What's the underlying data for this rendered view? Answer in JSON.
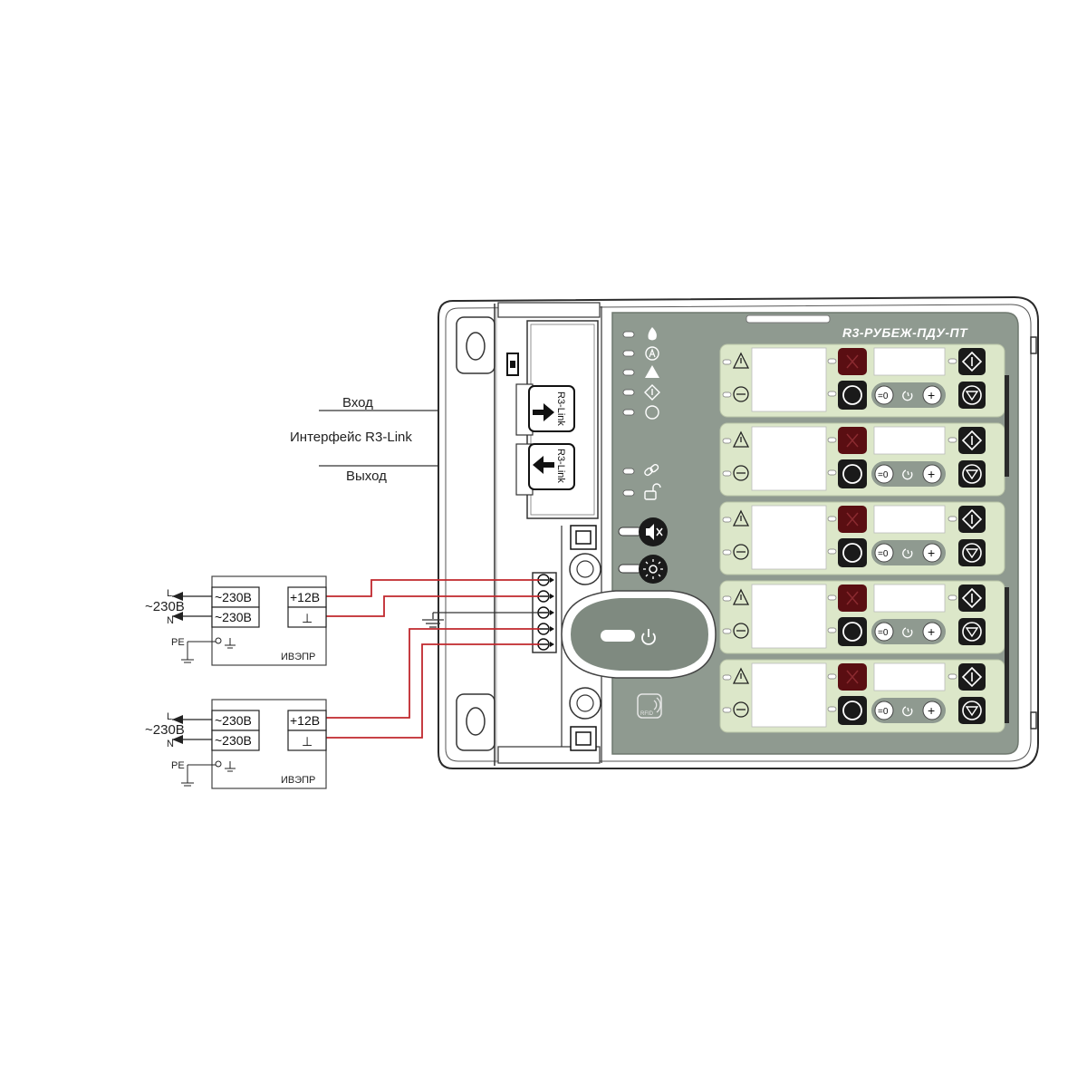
{
  "labels": {
    "input": "Вход",
    "interface": "Интерфейс R3-Link",
    "output": "Выход",
    "r3link": "R3-Link",
    "device_title": "R3-РУБЕЖ-ПДУ-ПТ",
    "rfid": "RFID"
  },
  "psu": [
    {
      "name": "ИВЭПР",
      "in1": "~230В",
      "in2": "~230В",
      "out_plus": "+12В",
      "out_gnd": "⊥",
      "line_l": "L",
      "line_n": "N",
      "mains": "~230В",
      "pe": "PE"
    },
    {
      "name": "ИВЭПР",
      "in1": "~230В",
      "in2": "~230В",
      "out_plus": "+12В",
      "out_gnd": "⊥",
      "line_l": "L",
      "line_n": "N",
      "mains": "~230В",
      "pe": "PE"
    }
  ],
  "zones": [
    {
      "reset_label": "=0",
      "plus_label": "+"
    },
    {
      "reset_label": "=0",
      "plus_label": "+"
    },
    {
      "reset_label": "=0",
      "plus_label": "+"
    },
    {
      "reset_label": "=0",
      "plus_label": "+"
    },
    {
      "reset_label": "=0",
      "plus_label": "+"
    }
  ],
  "status_indicators": [
    "fire-icon",
    "auto-icon",
    "warning-icon",
    "fault-icon",
    "off-icon"
  ],
  "link_indicators": [
    "link-icon",
    "unlock-icon"
  ],
  "colors": {
    "panel": "#8f9a90",
    "zone_bg": "#dce7c9",
    "wire_red": "#c0272d",
    "alarm_button": "#5a0e12",
    "button_dark": "#1a1a1a"
  }
}
